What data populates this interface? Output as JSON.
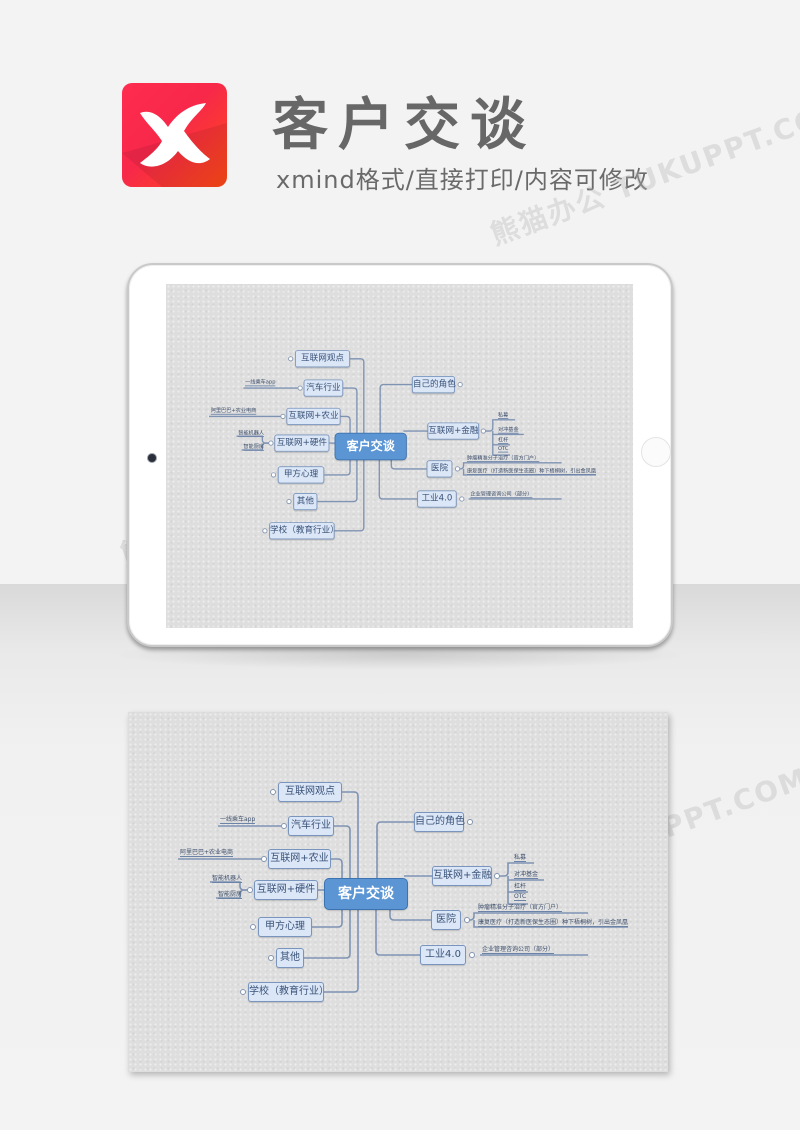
{
  "header": {
    "title": "客户交谈",
    "subtitle": "xmind格式/直接打印/内容可修改",
    "logo_icon": "xmind-logo-icon",
    "brand_colors": {
      "logo_start": "#ff2c4f",
      "logo_end": "#ff4a17",
      "title": "#676767"
    }
  },
  "watermark": "熊猫办公 TUKUPPT.COM",
  "mindmap": {
    "root": "客户交谈",
    "left_branches": [
      {
        "label": "互联网观点",
        "children": []
      },
      {
        "label": "汽车行业",
        "children": [
          "一线乘车app"
        ]
      },
      {
        "label": "互联网+农业",
        "children": [
          "阿里巴巴+农业电商"
        ]
      },
      {
        "label": "互联网+硬件",
        "children": [
          "智能机器人",
          "智能厨房"
        ]
      },
      {
        "label": "甲方心理",
        "children": []
      },
      {
        "label": "其他",
        "children": []
      },
      {
        "label": "学校（教育行业）",
        "children": []
      }
    ],
    "right_branches": [
      {
        "label": "自己的角色",
        "children": []
      },
      {
        "label": "互联网+金融",
        "children": [
          "私募",
          "对冲基金",
          "杠杆",
          "OTC"
        ]
      },
      {
        "label": "医院",
        "children": [
          "肿瘤精准分子治疗（官方门户）",
          "康复医疗（打造新医保生态圈）种下梧桐树，引出金凤凰"
        ]
      },
      {
        "label": "工业4.0",
        "children": [
          "企业管理咨询公司（部分）"
        ]
      }
    ],
    "colors": {
      "root_fill": "#5b95d4",
      "node_fill": "#dbe6f7",
      "node_border": "#7a95bd",
      "line": "#7f93b3",
      "paper": "#dedede"
    }
  }
}
